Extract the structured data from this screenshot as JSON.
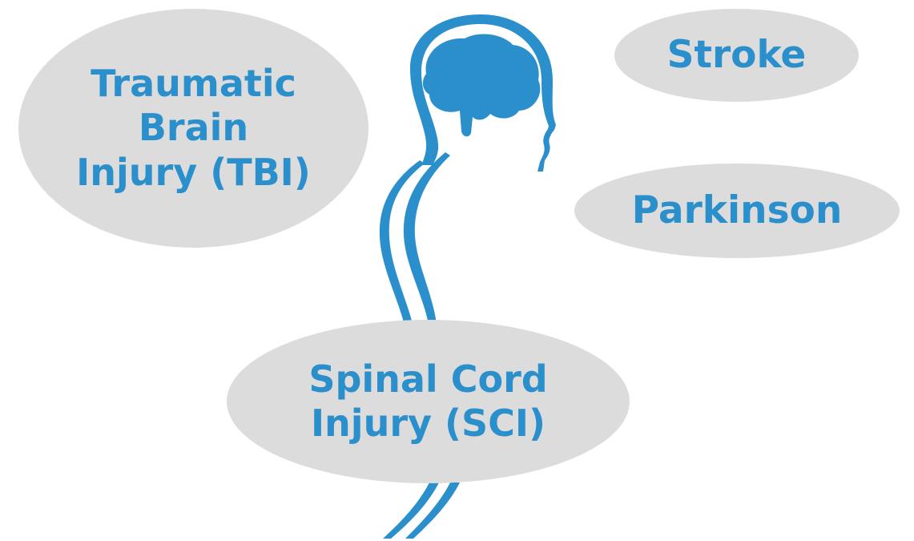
{
  "colors": {
    "accent": "#2b8fcc",
    "bubble_fill": "#dcdcdc",
    "background": "#ffffff"
  },
  "figure": {
    "icon": "human-head-brain-spine-icon"
  },
  "bubbles": [
    {
      "id": "tbi",
      "label": "Traumatic\nBrain\nInjury (TBI)"
    },
    {
      "id": "stroke",
      "label": "Stroke"
    },
    {
      "id": "parkinson",
      "label": "Parkinson"
    },
    {
      "id": "sci",
      "label": "Spinal Cord\nInjury (SCI)"
    }
  ]
}
